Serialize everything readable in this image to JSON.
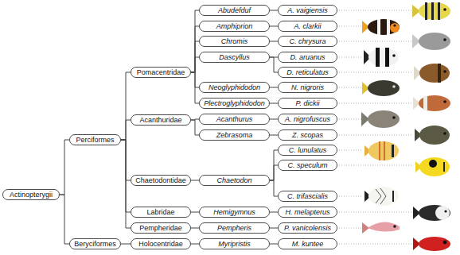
{
  "diagram": {
    "nodes": [
      {
        "text": [
          "Actinopterygii"
        ]
      },
      {
        "text": [
          "Perciformes"
        ]
      },
      {
        "text": [
          "Pomacentridae"
        ]
      },
      {
        "text": [
          "Abudefduf"
        ]
      },
      {
        "text": [
          "A. vaigiensis"
        ]
      },
      {
        "text": [
          "Amphiprion"
        ]
      },
      {
        "text": [
          "A. clarkii"
        ]
      },
      {
        "text": [
          "Chromis"
        ]
      },
      {
        "text": [
          "C. chrysura"
        ]
      },
      {
        "text": [
          "Dascyllus"
        ]
      },
      {
        "text": [
          "D. aruanus"
        ]
      },
      {
        "text": [
          "D. reticulatus"
        ]
      },
      {
        "text": [
          "Neoglyphidodon"
        ]
      },
      {
        "text": [
          "N. nigroris"
        ]
      },
      {
        "text": [
          "Plectroglyphidodon"
        ]
      },
      {
        "text": [
          "P. dickii"
        ]
      },
      {
        "text": [
          "Acanthuridae"
        ]
      },
      {
        "text": [
          "Acanthurus"
        ]
      },
      {
        "text": [
          "A. nigrofuscus"
        ]
      },
      {
        "text": [
          "Zebrasoma"
        ]
      },
      {
        "text": [
          "Z. scopas"
        ]
      },
      {
        "text": [
          "Chaetodontidae"
        ]
      },
      {
        "text": [
          "Chaetodon"
        ]
      },
      {
        "text": [
          "C. lunulatus"
        ]
      },
      {
        "text": [
          "C. speculum"
        ]
      },
      {
        "text": [
          "C. trifascialis"
        ]
      },
      {
        "text": [
          "Labridae"
        ]
      },
      {
        "text": [
          "Hemigymnus"
        ]
      },
      {
        "text": [
          "H. melapterus"
        ]
      },
      {
        "text": [
          "Pempheridae"
        ]
      },
      {
        "text": [
          "Pempheris"
        ]
      },
      {
        "text": [
          "P. vanicolensis"
        ]
      },
      {
        "text": [
          "Beryciformes"
        ]
      },
      {
        "text": [
          "Holocentridae"
        ]
      },
      {
        "text": [
          "Myripristis"
        ]
      },
      {
        "text": [
          "M. kuntee"
        ]
      }
    ],
    "edges": [
      {
        "from": 0,
        "to": 1,
        "arrow": "none"
      },
      {
        "from": 0,
        "to": 32,
        "arrow": "none"
      },
      {
        "from": 1,
        "to": 2,
        "arrow": "none"
      },
      {
        "from": 1,
        "to": 16,
        "arrow": "none"
      },
      {
        "from": 1,
        "to": 21,
        "arrow": "none"
      },
      {
        "from": 1,
        "to": 26,
        "arrow": "none"
      },
      {
        "from": 1,
        "to": 29,
        "arrow": "none"
      },
      {
        "from": 2,
        "to": 3,
        "arrow": "none"
      },
      {
        "from": 2,
        "to": 5,
        "arrow": "none"
      },
      {
        "from": 2,
        "to": 7,
        "arrow": "none"
      },
      {
        "from": 2,
        "to": 9,
        "arrow": "none"
      },
      {
        "from": 2,
        "to": 12,
        "arrow": "none"
      },
      {
        "from": 2,
        "to": 14,
        "arrow": "none"
      },
      {
        "from": 3,
        "to": 4,
        "arrow": "none"
      },
      {
        "from": 5,
        "to": 6,
        "arrow": "none"
      },
      {
        "from": 7,
        "to": 8,
        "arrow": "none"
      },
      {
        "from": 9,
        "to": 10,
        "arrow": "none"
      },
      {
        "from": 9,
        "to": 11,
        "arrow": "none"
      },
      {
        "from": 12,
        "to": 13,
        "arrow": "none"
      },
      {
        "from": 14,
        "to": 15,
        "arrow": "none"
      },
      {
        "from": 16,
        "to": 17,
        "arrow": "none"
      },
      {
        "from": 16,
        "to": 19,
        "arrow": "none"
      },
      {
        "from": 17,
        "to": 18,
        "arrow": "none"
      },
      {
        "from": 19,
        "to": 20,
        "arrow": "none"
      },
      {
        "from": 21,
        "to": 22,
        "arrow": "none"
      },
      {
        "from": 22,
        "to": 23,
        "arrow": "none"
      },
      {
        "from": 22,
        "to": 24,
        "arrow": "none"
      },
      {
        "from": 22,
        "to": 25,
        "arrow": "none"
      },
      {
        "from": 26,
        "to": 27,
        "arrow": "none"
      },
      {
        "from": 27,
        "to": 28,
        "arrow": "none"
      },
      {
        "from": 29,
        "to": 30,
        "arrow": "none"
      },
      {
        "from": 30,
        "to": 31,
        "arrow": "none"
      },
      {
        "from": 32,
        "to": 33,
        "arrow": "none"
      },
      {
        "from": 33,
        "to": 34,
        "arrow": "none"
      },
      {
        "from": 34,
        "to": 35,
        "arrow": "none"
      }
    ]
  }
}
